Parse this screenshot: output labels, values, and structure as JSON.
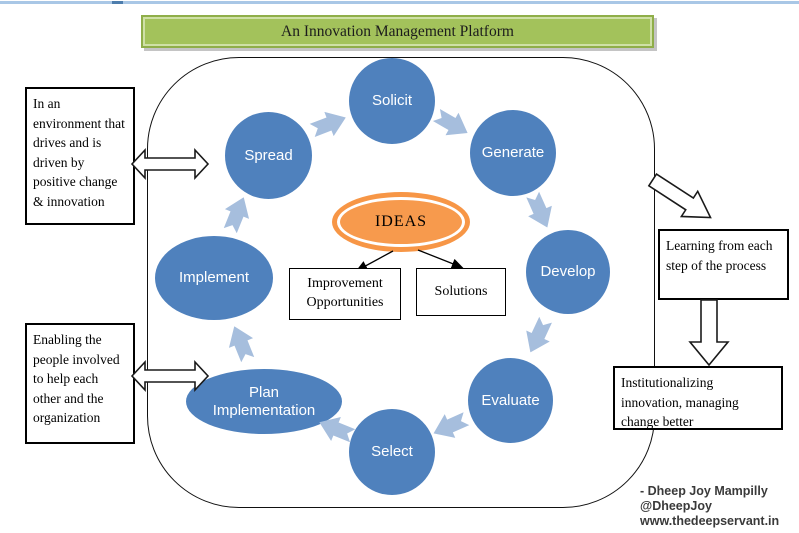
{
  "title_banner": {
    "text": "An Innovation Management Platform"
  },
  "cycle": {
    "steps": [
      {
        "id": "solicit",
        "label": "Solicit"
      },
      {
        "id": "generate",
        "label": "Generate"
      },
      {
        "id": "develop",
        "label": "Develop"
      },
      {
        "id": "evaluate",
        "label": "Evaluate"
      },
      {
        "id": "select",
        "label": "Select"
      },
      {
        "id": "plan-implementation",
        "label": "Plan Implementation"
      },
      {
        "id": "implement",
        "label": "Implement"
      },
      {
        "id": "spread",
        "label": "Spread"
      }
    ]
  },
  "center": {
    "ideas_label": "IDEAS",
    "outputs": [
      {
        "label": "Improvement Opportunities"
      },
      {
        "label": "Solutions"
      }
    ]
  },
  "side_notes": {
    "left_top": "In an environment that drives and is driven by positive change & innovation",
    "left_bottom": "Enabling the people involved to help each other and the organization",
    "right_top": "Learning from each step of the process",
    "right_bottom": "Institutionalizing innovation, managing change better"
  },
  "credit": {
    "line1": "- Dheep Joy Mampilly",
    "line2": "@DheepJoy",
    "line3": "www.thedeepservant.in"
  },
  "colors": {
    "node_blue": "#4f81bd",
    "cycle_arrow_blue": "#a6bedd",
    "banner_green": "#a3c25b",
    "banner_border_green": "#8fae49",
    "ideas_orange": "#f79646"
  }
}
